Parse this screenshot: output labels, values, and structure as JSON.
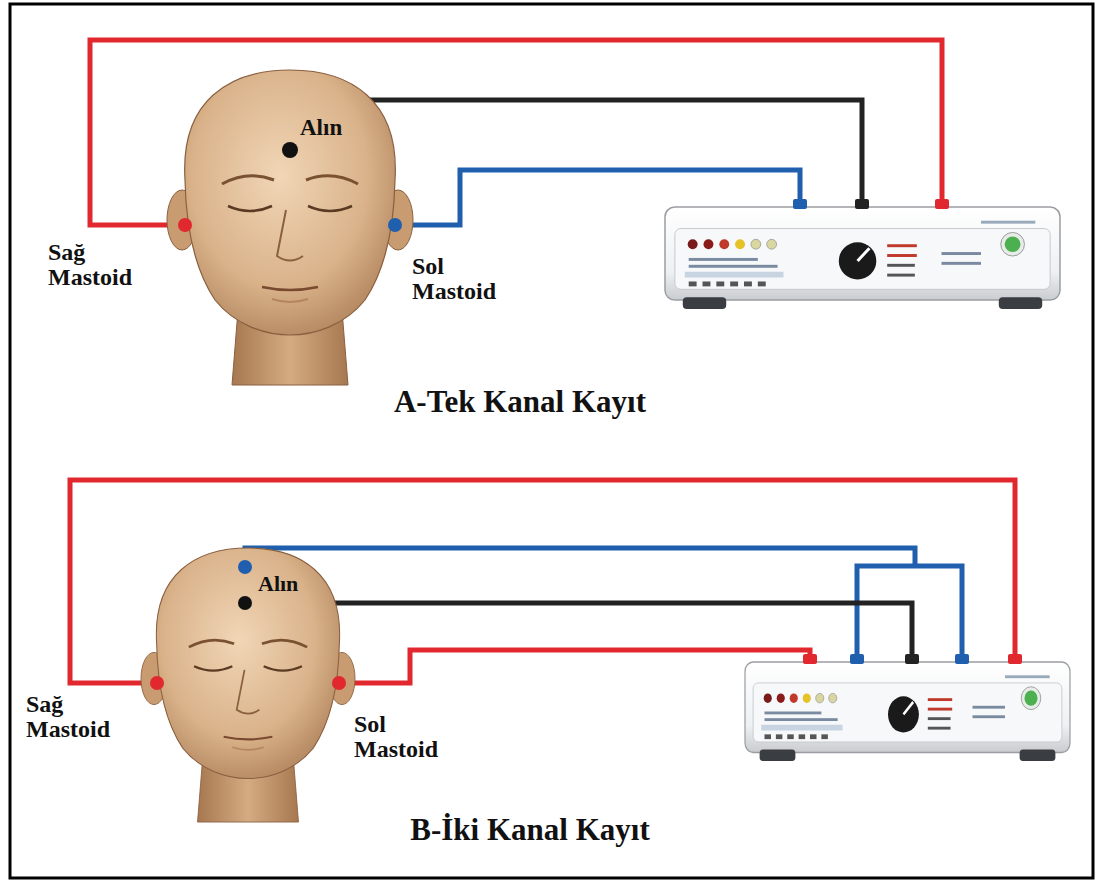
{
  "diagram": {
    "labels": [
      "Alın",
      "Sağ Mastoid",
      "Sol Mastoid",
      "A-Tek Kanal Kayıt",
      "Alın",
      "Sağ Mastoid",
      "Sol Mastoid",
      "B-İki Kanal Kayıt"
    ]
  }
}
